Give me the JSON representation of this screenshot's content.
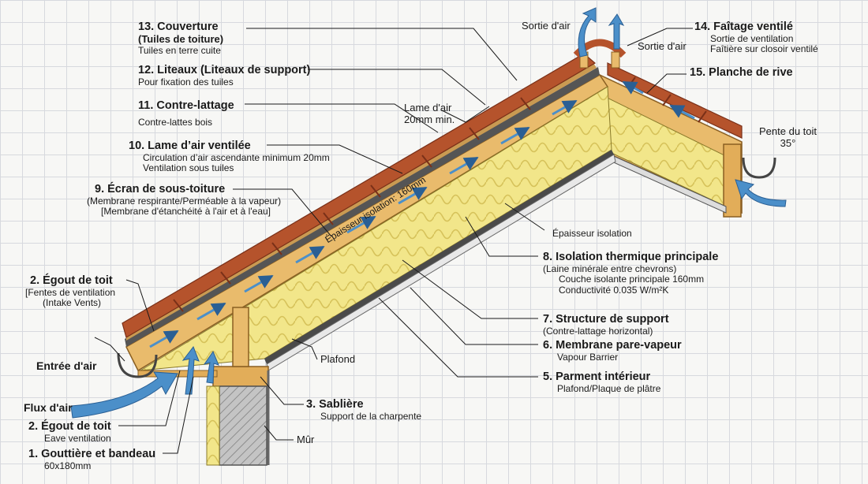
{
  "labels": {
    "l13": {
      "title": "13. Couverture",
      "line1": "(Tuiles de toiture)",
      "line2": "Tuiles en terre cuite"
    },
    "l12": {
      "title": "12. Liteaux (Liteaux de support)",
      "line1": "Pour fixation des tuiles"
    },
    "l11": {
      "title": "11. Contre-lattage",
      "line1": "Contre-lattes bois"
    },
    "l10": {
      "title": "10. Lame d’air ventilée",
      "line1": "Circulation d’air ascendante minimum 20mm",
      "line2": "Ventilation sous tuiles"
    },
    "l9": {
      "title": "9. Écran de sous-toiture",
      "line1": "(Membrane respirante/Perméable à la vapeur)",
      "line2": "[Membrane d'étanchéité à l'air et à l'eau]"
    },
    "l2a": {
      "title": "2. Égout de toit",
      "line1": "[Fentes de ventilation",
      "line2": "(Intake Vents)"
    },
    "entree": "Entrée d'air",
    "flux": "Flux d'air",
    "l2b": {
      "title": "2. Égout de toit",
      "line1": "Eave ventilation"
    },
    "l1": {
      "title": "1. Gouttière et bandeau",
      "line1": "60x180mm"
    },
    "sortie1": "Sortie d'air",
    "sortie2": "Sortie d'air",
    "l14": {
      "title": "14. Faîtage ventilé",
      "line1": "Sortie de ventilation",
      "line2": "Faîtière sur closoir ventilé"
    },
    "l15": {
      "title": "15. Planche de rive"
    },
    "lame": {
      "line1": "Lame d'air",
      "line2": "20mm min."
    },
    "pente": {
      "line1": "Pente du toit",
      "line2": "35°"
    },
    "epaisseur": "Épaisseur isolation",
    "epaisseur_rot": "Épaisseur isolation: 160mm",
    "l8": {
      "title": "8. Isolation thermique principale",
      "line1": "(Laine minérale entre chevrons)",
      "line2": "Couche isolante principale 160mm",
      "line3": "Conductivité 0.035 W/m²K"
    },
    "l7": {
      "title": "7. Structure de support",
      "line1": "(Contre-lattage horizontal)"
    },
    "l6": {
      "title": "6. Membrane pare-vapeur",
      "line1": "Vapour Barrier"
    },
    "l5": {
      "title": "5. Parment intérieur",
      "line1": "Plafond/Plaque de plâtre"
    },
    "plafond": "Plafond",
    "l3": {
      "title": "3. Sablière",
      "line1": "Support de la charpente"
    },
    "mur": "Mûr"
  },
  "colors": {
    "tile": "#b5532c",
    "tile_dark": "#7a3018",
    "wood": "#e9bb6c",
    "wood_dark": "#a9782f",
    "insulation": "#f2e68a",
    "membrane": "#4a4a4a",
    "air_arrow": "#4b8fc9",
    "wall": "#bdbdbd",
    "line": "#1a1a1a"
  }
}
